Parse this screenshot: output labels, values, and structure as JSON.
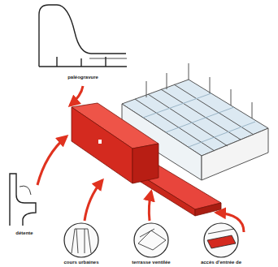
{
  "diagram": {
    "labels": [
      "paléogravure",
      "détente",
      "cours urbaines",
      "terrasse ventilée",
      "accès d'entrée de"
    ]
  }
}
